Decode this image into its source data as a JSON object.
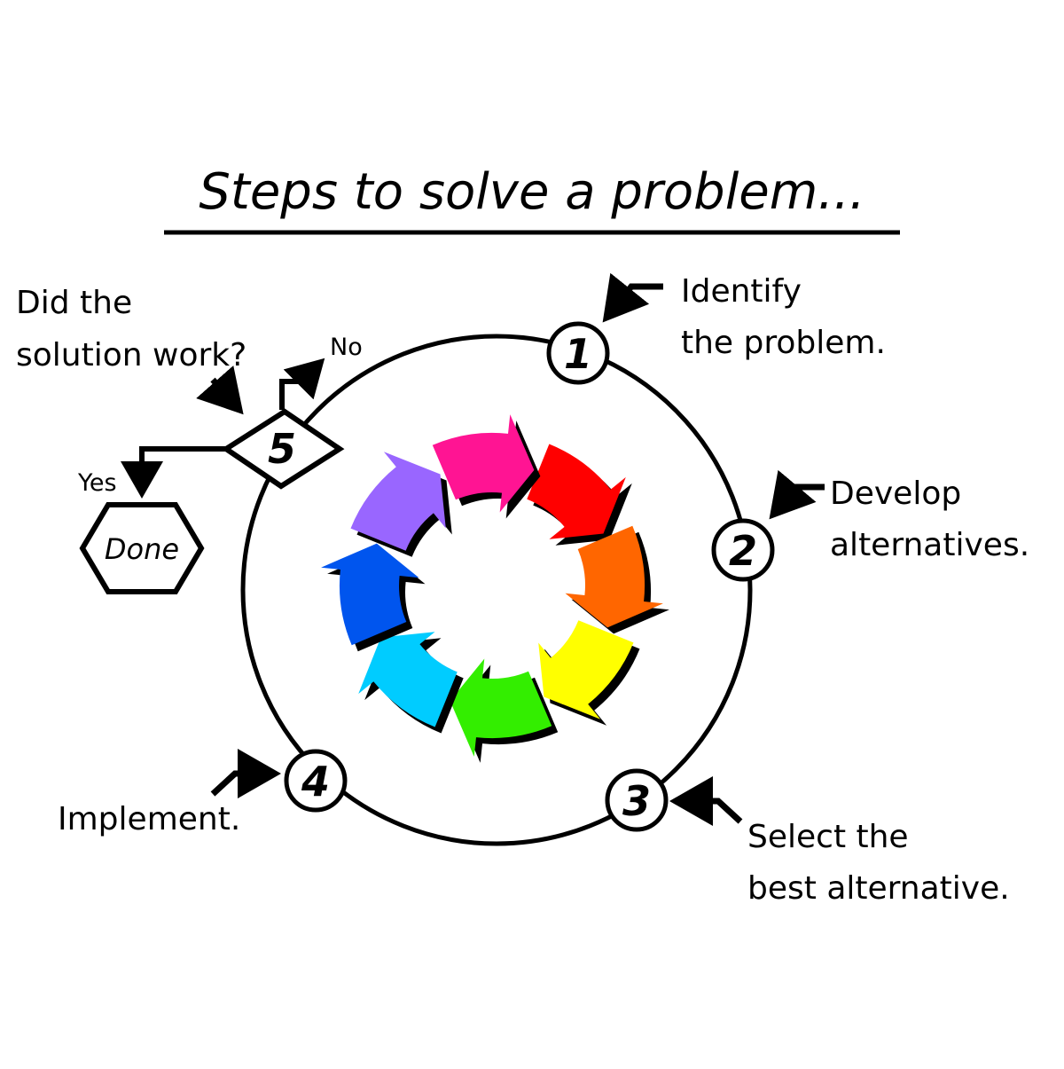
{
  "title": "Steps to solve a problem...",
  "steps": [
    {
      "number": "1",
      "line1": "Identify",
      "line2": "the problem."
    },
    {
      "number": "2",
      "line1": "Develop",
      "line2": "alternatives."
    },
    {
      "number": "3",
      "line1": "Select the",
      "line2": "best alternative."
    },
    {
      "number": "4",
      "line1": "Implement.",
      "line2": ""
    }
  ],
  "decision": {
    "number": "5",
    "line1": "Did the",
    "line2": "solution work?",
    "no_label": "No",
    "yes_label": "Yes"
  },
  "done_label": "Done",
  "cycle_colors": [
    "#ff0000",
    "#ff6600",
    "#ffff00",
    "#33ee00",
    "#00ccff",
    "#0055ee",
    "#9966ff",
    "#ff1493"
  ]
}
